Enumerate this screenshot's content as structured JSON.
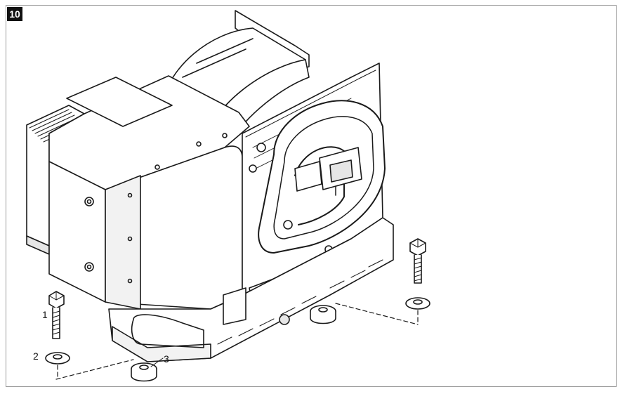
{
  "step": {
    "number": "10"
  },
  "callouts": {
    "bolt": "1",
    "washer": "2",
    "mounting_foot": "3"
  },
  "colors": {
    "line": "#1a1a1a",
    "fill": "#ffffff",
    "shade": "#e6e6e6",
    "frame": "#9a9a9a"
  }
}
